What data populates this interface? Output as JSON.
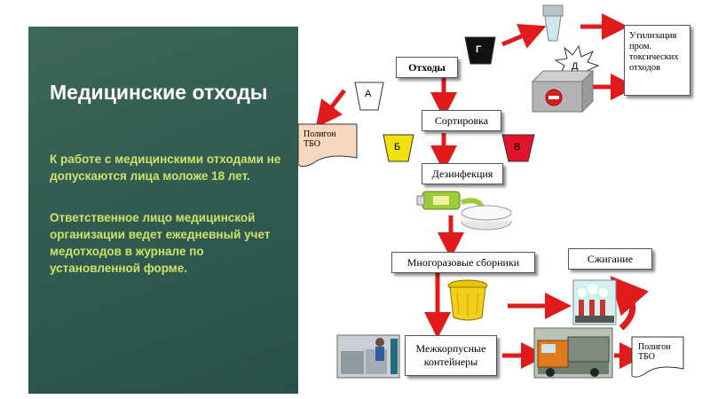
{
  "slide": {
    "title": "Медицинские отходы",
    "paragraph_1": "К работе с медицинскими отходами не допускаются лица моложе 18 лет.",
    "paragraph_2": "Ответственное лицо медицинской организации ведет ежедневный учет медотходов в журнале по установленной форме."
  },
  "diagram": {
    "node_waste": "Отходы",
    "node_sorting": "Сортировка",
    "node_disinfection": "Дезинфекция",
    "node_reusable": "Многоразовые сборники",
    "node_burning": "Сжигание",
    "node_containers": "Межкорпусные контейнеры",
    "node_utilization": "Утилизация пром. токсических отходов",
    "landfill_left": "Полигон ТБО",
    "landfill_right": "Полигон ТБО",
    "class_a": "А",
    "class_b": "Б",
    "class_v": "В",
    "class_g": "Г",
    "class_d": "Д"
  },
  "colors": {
    "panel_bg": "#2f5a4f",
    "panel_title": "#ffffff",
    "panel_text": "#cfe26a",
    "arrow": "#e01b1b",
    "class_b": "#f0e20a",
    "class_v": "#e0142a",
    "class_g": "#111111",
    "landfill_fill": "#f7d7bf"
  }
}
